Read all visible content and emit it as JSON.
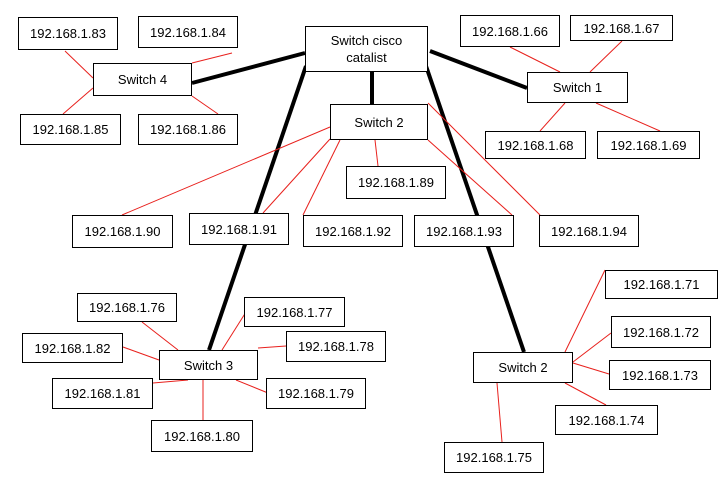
{
  "colors": {
    "trunk": "#000000",
    "access": "#e8201c"
  },
  "nodes": {
    "core": "Switch cisco catalist",
    "switch4": "Switch 4",
    "switch1": "Switch 1",
    "switch2a": "Switch 2",
    "switch3": "Switch 3",
    "switch2b": "Switch 2",
    "h83": "192.168.1.83",
    "h84": "192.168.1.84",
    "h85": "192.168.1.85",
    "h86": "192.168.1.86",
    "h66": "192.168.1.66",
    "h67": "192.168.1.67",
    "h68": "192.168.1.68",
    "h69": "192.168.1.69",
    "h89": "192.168.1.89",
    "h90": "192.168.1.90",
    "h91": "192.168.1.91",
    "h92": "192.168.1.92",
    "h93": "192.168.1.93",
    "h94": "192.168.1.94",
    "h76": "192.168.1.76",
    "h77": "192.168.1.77",
    "h78": "192.168.1.78",
    "h82": "192.168.1.82",
    "h81": "192.168.1.81",
    "h79": "192.168.1.79",
    "h80": "192.168.1.80",
    "h71": "192.168.1.71",
    "h72": "192.168.1.72",
    "h73": "192.168.1.73",
    "h74": "192.168.1.74",
    "h75": "192.168.1.75"
  }
}
